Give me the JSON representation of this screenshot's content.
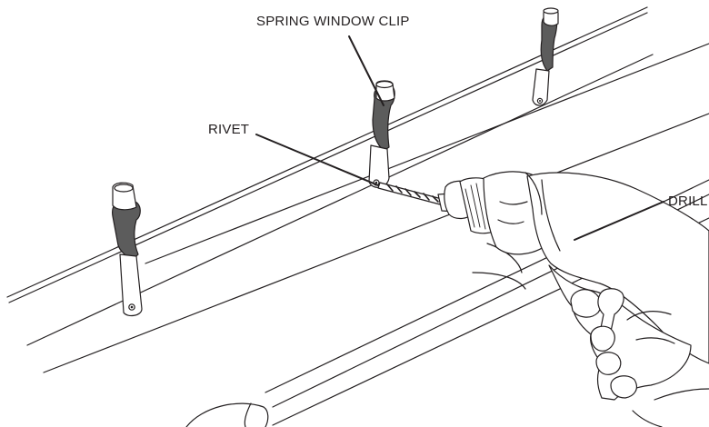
{
  "labels": {
    "spring_window_clip": "SPRING WINDOW CLIP",
    "rivet": "RIVET",
    "drill": "DRILL"
  },
  "colors": {
    "line": "#231f20",
    "clip_fill": "#5c5c5c",
    "clip_dark": "#2e2e2e",
    "background": "#ffffff"
  }
}
